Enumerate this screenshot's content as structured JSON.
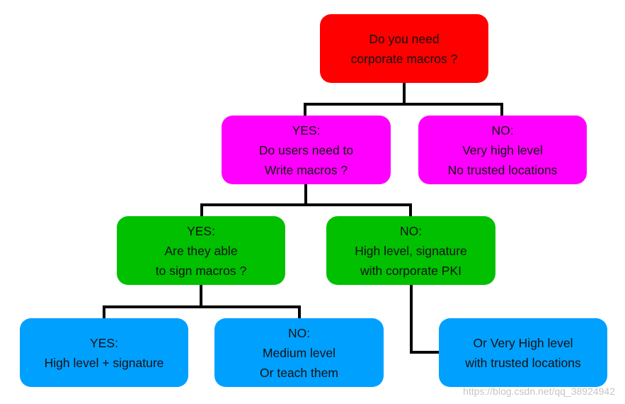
{
  "colors": {
    "root": "#ff0000",
    "level1": "#ff00ff",
    "level2": "#00c000",
    "level3": "#00a0ff",
    "connector": "#000000"
  },
  "nodes": {
    "root": {
      "lines": [
        "Do you need",
        "corporate macros ?"
      ]
    },
    "yes1": {
      "lines": [
        "YES:",
        "Do users need to",
        "Write macros ?"
      ]
    },
    "no1": {
      "lines": [
        "NO:",
        "Very high level",
        "No trusted locations"
      ]
    },
    "yes2": {
      "lines": [
        "YES:",
        "Are they able",
        "to sign macros ?"
      ]
    },
    "no2": {
      "lines": [
        "NO:",
        "High level, signature",
        "with corporate PKI"
      ]
    },
    "yes3": {
      "lines": [
        "YES:",
        "High level + signature"
      ]
    },
    "no3": {
      "lines": [
        "NO:",
        "Medium level",
        "Or teach them"
      ]
    },
    "orvery": {
      "lines": [
        "Or Very High level",
        "with trusted locations"
      ]
    }
  },
  "watermark": "https://blog.csdn.net/qq_38924942"
}
